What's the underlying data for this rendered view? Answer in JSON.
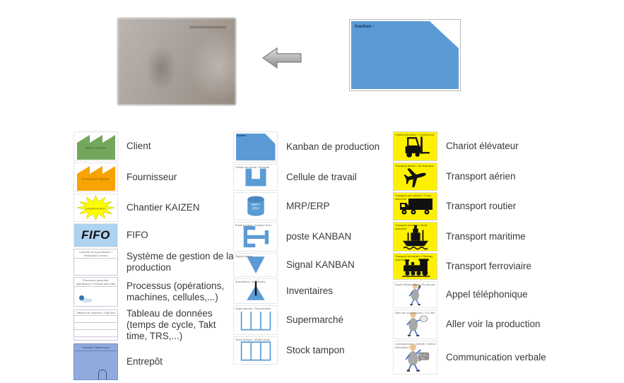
{
  "colors": {
    "accent_blue": "#5b9bd5",
    "factory_green": "#72a75c",
    "factory_orange": "#f7a402",
    "kaizen_yellow": "#fdfd00",
    "fifo_blue": "#aed2f0",
    "warehouse_blue": "#8faadc",
    "transport_yellow": "#fdf100"
  },
  "top": {
    "kanban_card": {
      "label": "Kanban :"
    },
    "arrow_direction": "left"
  },
  "legend": {
    "columns": [
      {
        "rows": [
          {
            "caption": "Client / customer",
            "label": "Client"
          },
          {
            "caption": "Fournisseur / Supplier",
            "label": "Fournisseur"
          },
          {
            "caption": "KAIZEN BURST",
            "label": "Chantier KAIZEN"
          },
          {
            "caption": "FIFO",
            "label": "FIFO"
          },
          {
            "caption": "Contrôle de la production / Production Control",
            "label": "Système de gestion de la production"
          },
          {
            "caption": "Processus (machine, opérations) / Process with Data",
            "label": "Processus (opérations, machines, cellules,...)"
          },
          {
            "caption": "Tableau de données / Data box",
            "label": "Tableau de données (temps de cycle, Takt time, TRS,...)"
          },
          {
            "caption": "Entrepôt / Warehouse",
            "label": "Entrepôt"
          }
        ]
      },
      {
        "rows": [
          {
            "caption": "Kanban",
            "label": "Kanban de production"
          },
          {
            "caption": "Cellule de travail / Workcell",
            "label": "Cellule de travail"
          },
          {
            "caption": "MRP / ERP",
            "label": "MRP/ERP"
          },
          {
            "caption": "Poste kanban / Kanban Post",
            "label": "poste KANBAN"
          },
          {
            "caption": "Signal kanban",
            "label": "Signal KANBAN"
          },
          {
            "caption": "Inventaires / Inventories",
            "label": "Inventaires"
          },
          {
            "caption": "Supermarché / Supermarket",
            "label": "Supermarché"
          },
          {
            "caption": "Stock tampon / Buffer stock",
            "label": "Stock tampon"
          }
        ]
      },
      {
        "rows": [
          {
            "caption": "Chariot élévateur / Forklift truck",
            "label": "Chariot élévateur"
          },
          {
            "caption": "Transport aérien / Air shipment",
            "label": "Transport aérien"
          },
          {
            "caption": "Transport par camion / Truck shipment",
            "label": "Transport routier"
          },
          {
            "caption": "Transport maritime / Boat shipment",
            "label": "Transport maritime"
          },
          {
            "caption": "Transport ferroviaire / Railway shipment",
            "label": "Transport ferroviaire"
          },
          {
            "caption": "Appel téléphonique / Phone call",
            "label": "Appel téléphonique"
          },
          {
            "caption": "Aller voir la production / Go See",
            "label": "Aller voir la production"
          },
          {
            "caption": "Communication verbale / Verbal information",
            "label": "Communication verbale",
            "bubble": "Bla...Bla..."
          }
        ]
      }
    ]
  }
}
